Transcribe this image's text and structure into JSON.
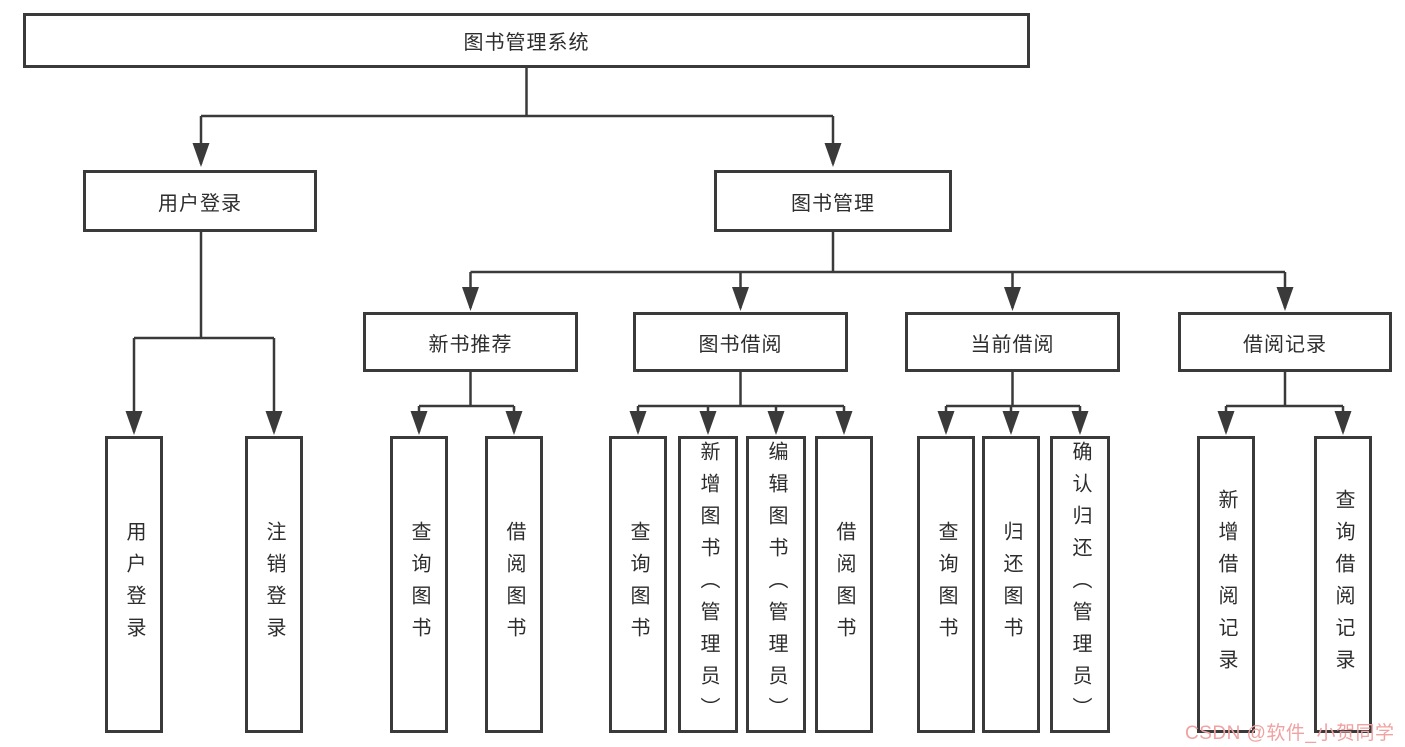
{
  "diagram_type": "hierarchy-tree",
  "colors": {
    "background": "#ffffff",
    "line": "#3a3a3a",
    "box_border": "#3a3a3a",
    "text": "#2d2d2d",
    "watermark": "#f0a2a2"
  },
  "nodes": {
    "root": {
      "label": "图书管理系统",
      "children": [
        "user_login",
        "book_mgmt"
      ]
    },
    "user_login": {
      "label": "用户登录",
      "children": [
        "user_login_leaf",
        "logout_leaf"
      ]
    },
    "book_mgmt": {
      "label": "图书管理",
      "children": [
        "new_book_rec",
        "book_borrow",
        "current_borrow",
        "borrow_record"
      ]
    },
    "new_book_rec": {
      "label": "新书推荐",
      "children": [
        "query_book_rec",
        "borrow_book_rec"
      ]
    },
    "book_borrow": {
      "label": "图书借阅",
      "children": [
        "query_book_borrow",
        "add_book",
        "edit_book",
        "borrow_book_leaf"
      ]
    },
    "current_borrow": {
      "label": "当前借阅",
      "children": [
        "query_book_current",
        "return_book",
        "confirm_return"
      ]
    },
    "borrow_record": {
      "label": "借阅记录",
      "children": [
        "add_borrow_record",
        "query_borrow_record"
      ]
    },
    "user_login_leaf": {
      "label": "用户登录"
    },
    "logout_leaf": {
      "label": "注销登录"
    },
    "query_book_rec": {
      "label": "查询图书"
    },
    "borrow_book_rec": {
      "label": "借阅图书"
    },
    "query_book_borrow": {
      "label": "查询图书"
    },
    "add_book": {
      "label": "新增图书（管理员）"
    },
    "edit_book": {
      "label": "编辑图书（管理员）"
    },
    "borrow_book_leaf": {
      "label": "借阅图书"
    },
    "query_book_current": {
      "label": "查询图书"
    },
    "return_book": {
      "label": "归还图书"
    },
    "confirm_return": {
      "label": "确认归还（管理员）"
    },
    "add_borrow_record": {
      "label": "新增借阅记录"
    },
    "query_borrow_record": {
      "label": "查询借阅记录"
    }
  },
  "watermark": {
    "text": "CSDN @软件_小贺同学"
  }
}
